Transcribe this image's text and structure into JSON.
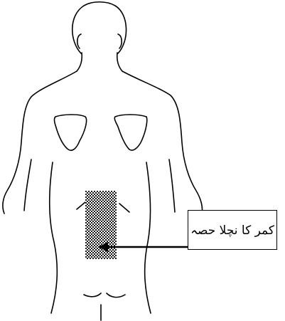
{
  "callout": {
    "label": "کمر کا نچلا حصہ"
  },
  "figure": {
    "subject": "human-back-outline",
    "highlighted_region": "lower-back",
    "line_color": "#000000",
    "background_color": "#ffffff"
  }
}
